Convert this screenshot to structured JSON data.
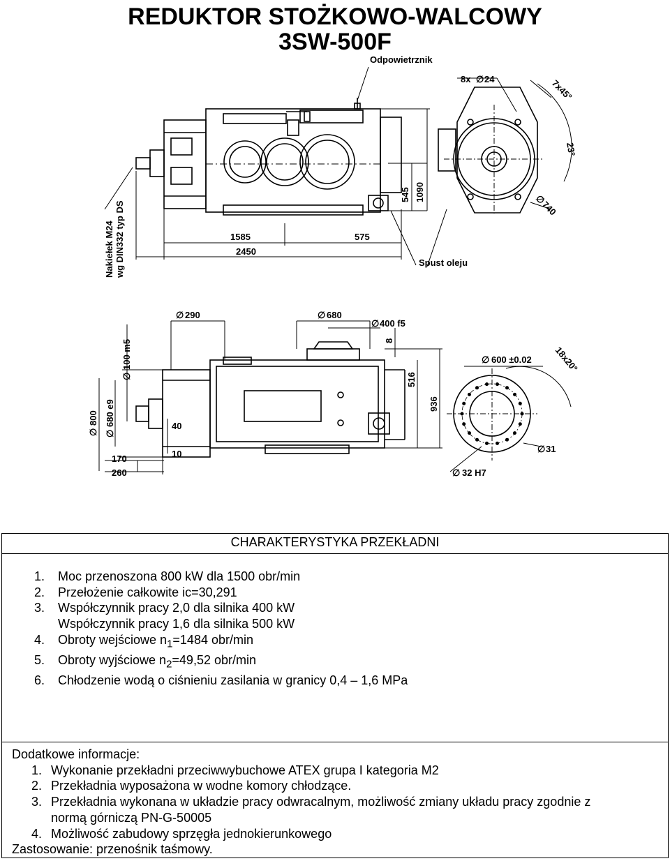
{
  "document": {
    "title_line1": "REDUKTOR STOŻKOWO-WALCOWY",
    "title_line2": "3SW-500F"
  },
  "drawing_top": {
    "callouts": {
      "vent": "Odpowietrznik",
      "drain": "Spust oleju",
      "nameplate_1": "Nakiełek M24",
      "nameplate_2": "wg DIN332 typ DS"
    },
    "dims": {
      "d1585": "1585",
      "d575": "575",
      "d2450": "2450",
      "d545": "545",
      "d1090": "1090",
      "holes": "8x",
      "holes_dia": "24",
      "chamfer": "7x45°",
      "angle": "23°",
      "dia740": "740"
    }
  },
  "drawing_bottom": {
    "dims": {
      "d290": "290",
      "d680": "680",
      "d400": "400 f5",
      "d8": "8",
      "d100": "100 m5",
      "d800": "800",
      "d680e9": "680 e9",
      "d40": "40",
      "d10": "10",
      "d170": "170",
      "d260": "260",
      "d516": "516",
      "d936": "936",
      "d600": "600 ±0.02",
      "holes18": "18x20°",
      "d31": "31",
      "d32": "32 H7"
    }
  },
  "characteristics": {
    "heading": "CHARAKTERYSTYKA  PRZEKŁADNI",
    "items": [
      {
        "num": "1.",
        "text": "Moc przenoszona  800 kW dla 1500 obr/min"
      },
      {
        "num": "2.",
        "text": "Przełożenie całkowite ic=30,291"
      },
      {
        "num": "3.",
        "text": "Współczynnik pracy 2,0 dla silnika 400 kW"
      },
      {
        "num": "",
        "text": "Współczynnik pracy 1,6 dla silnika 500 kW"
      },
      {
        "num": "4.",
        "text_pre": "Obroty wejściowe n",
        "sub": "1",
        "text_post": "=1484 obr/min"
      },
      {
        "num": "5.",
        "text_pre": "Obroty wyjściowe n",
        "sub": "2",
        "text_post": "=49,52 obr/min"
      },
      {
        "num": "6.",
        "text": "Chłodzenie wodą o ciśnieniu zasilania w granicy 0,4 – 1,6 MPa"
      }
    ]
  },
  "additional": {
    "heading": "Dodatkowe informacje:",
    "items": [
      {
        "num": "1.",
        "text": "Wykonanie przekładni przeciwwybuchowe ATEX grupa I kategoria M2"
      },
      {
        "num": "2.",
        "text": "Przekładnia wyposażona w wodne komory chłodzące."
      },
      {
        "num": "3.",
        "text": "Przekładnia wykonana w układzie pracy odwracalnym, możliwość zmiany układu pracy zgodnie z"
      },
      {
        "num": "",
        "text": "normą górniczą PN-G-50005"
      },
      {
        "num": "4.",
        "text": "Możliwość zabudowy sprzęgła jednokierunkowego"
      }
    ],
    "application": "Zastosowanie: przenośnik taśmowy."
  }
}
